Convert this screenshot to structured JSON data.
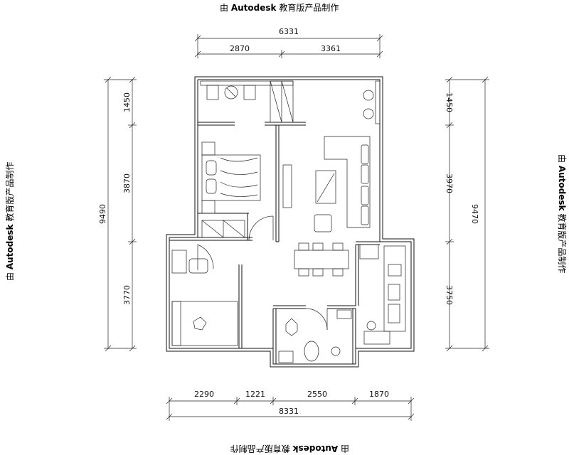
{
  "watermark": {
    "text_prefix": "由",
    "text_brand": "Autodesk",
    "text_suffix": "教育版产品制作"
  },
  "dimensions": {
    "top_total": "6331",
    "top_left": "2870",
    "top_right": "3361",
    "left_total": "9490",
    "left_top": "1450",
    "left_mid": "3870",
    "left_bottom": "3770",
    "right_total": "9470",
    "right_top": "1450",
    "right_mid": "3970",
    "right_bottom": "3750",
    "bottom_1": "2290",
    "bottom_2": "1221",
    "bottom_3": "2550",
    "bottom_4": "1870",
    "bottom_total": "8331"
  }
}
